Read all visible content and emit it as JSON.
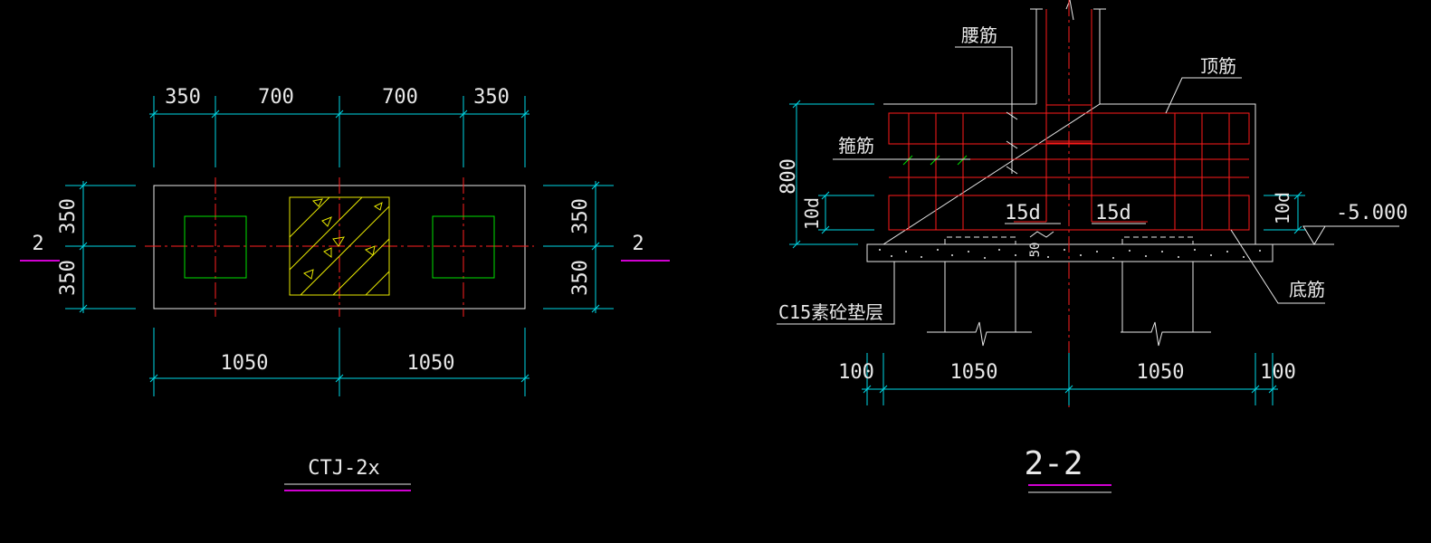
{
  "colors": {
    "background": "#000000",
    "dimension": "#00d8e6",
    "outline": "#e8e8e8",
    "rebar": "#ff1a1a",
    "centerline": "#ff2020",
    "pile": "#00e000",
    "column": "#e8e800",
    "stirrup_tick": "#00e000",
    "underline": "#d000d0"
  },
  "plan": {
    "title": "CTJ-2x",
    "section_mark": "2",
    "top_dims": [
      "350",
      "700",
      "700",
      "350"
    ],
    "bottom_dims": [
      "1050",
      "1050"
    ],
    "left_dims": [
      "350",
      "350"
    ],
    "right_dims": [
      "350",
      "350"
    ]
  },
  "section": {
    "title": "2-2",
    "labels": {
      "waist_bar": "腰筋",
      "top_bar": "顶筋",
      "stirrup": "箍筋",
      "bottom_bar": "底筋",
      "cushion": "C15素砼垫层",
      "anchor_left": "15d",
      "anchor_right": "15d",
      "pile_embed": "50"
    },
    "height_dim": "800",
    "ten_d_left": "10d",
    "ten_d_right": "10d",
    "elevation": "-5.000",
    "bottom_dims": [
      "100",
      "1050",
      "1050",
      "100"
    ]
  }
}
